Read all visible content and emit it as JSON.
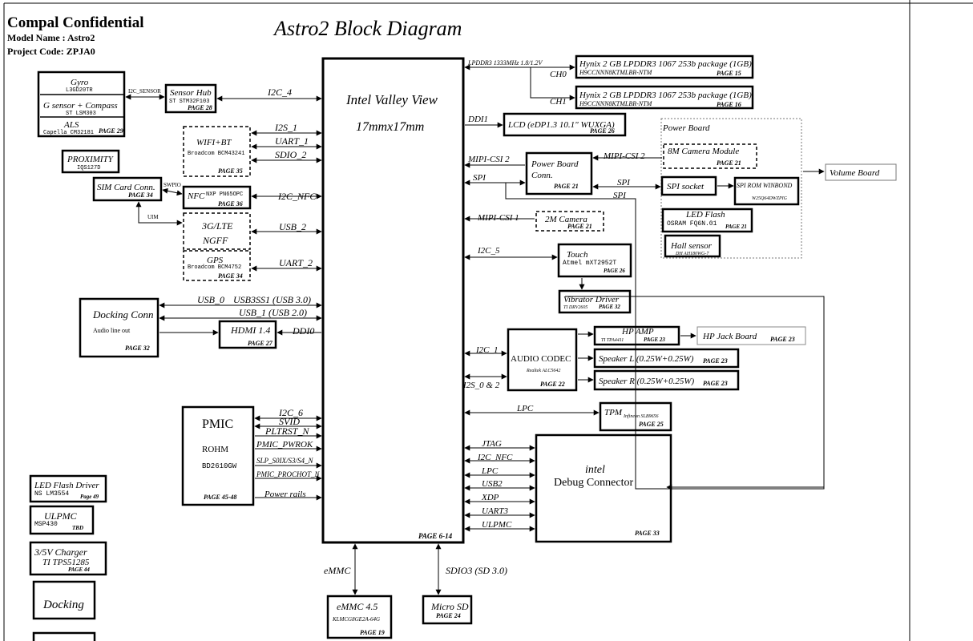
{
  "header": {
    "company": "Compal Confidential",
    "model": "Model Name : Astro2",
    "project": "Project Code: ZPJA0"
  },
  "title": "Astro2 Block Diagram",
  "cpu": {
    "name": "Intel Valley View",
    "size": "17mmx17mm",
    "page": "PAGE 6-14"
  },
  "blocks": {
    "gyro": {
      "name": "Gyro",
      "part": "L3GD20TR"
    },
    "gsensor": {
      "name": "G sensor + Compass",
      "part": "ST LSM303"
    },
    "als": {
      "name": "ALS",
      "part": "Capella CM32181",
      "page": "PAGE 29"
    },
    "sensorhub": {
      "name": "Sensor Hub",
      "part": "ST STM32F103",
      "page": "PAGE 28"
    },
    "proximity": {
      "name": "PROXIMITY",
      "part": "IQS127D"
    },
    "wifi": {
      "name": "WIFI+BT",
      "part": "Broadcom BCM43241",
      "page": "PAGE 35"
    },
    "simcard": {
      "name": "SIM Card Conn.",
      "page": "PAGE 34"
    },
    "nfc": {
      "name": "NFC",
      "part": "NXP PN65OPC",
      "page": "PAGE 36"
    },
    "lte": {
      "name": "3G/LTE",
      "name2": "NGFF"
    },
    "gps": {
      "name": "GPS",
      "part": "Broadcom BCM4752",
      "page": "PAGE 34"
    },
    "docking": {
      "name": "Docking Conn",
      "sub": "Audio line out",
      "page": "PAGE 32"
    },
    "hdmi": {
      "name": "HDMI 1.4",
      "page": "PAGE 27"
    },
    "pmic": {
      "name": "PMIC",
      "vendor": "ROHM",
      "part": "BD2610GW",
      "page": "PAGE 45-48"
    },
    "ledflashdrv": {
      "name": "LED Flash Driver",
      "part": "NS LM3554",
      "page": "Page 49"
    },
    "ulpmc": {
      "name": "ULPMC",
      "part": "MSP430",
      "page": "TBD"
    },
    "charger": {
      "name": "3/5V Charger",
      "part": "TI TPS51285",
      "page": "PAGE 44"
    },
    "dockbox": {
      "name": "Docking"
    },
    "emmc": {
      "name": "eMMC 4.5",
      "part": "KLMCG8GE2A-64G",
      "page": "PAGE 19"
    },
    "microsd": {
      "name": "Micro SD",
      "page": "PAGE 24"
    },
    "ram1": {
      "name": "Hynix 2 GB  LPDDR3 1067 253b package (1GB)",
      "part": "H9CCNNN8KTMLBR-NTM",
      "page": "PAGE 15"
    },
    "ram2": {
      "name": "Hynix 2 GB  LPDDR3 1067 253b package (1GB)",
      "part": "H9CCNNN8KTMLBR-NTM",
      "page": "PAGE 16"
    },
    "lcd": {
      "name": "LCD (eDP1.3 10.1\" WUXGA)",
      "page": "PAGE 26"
    },
    "powerboard": {
      "name": "Power Board",
      "name2": "Conn.",
      "page": "PAGE 21"
    },
    "powerboardarea": {
      "name": "Power Board"
    },
    "cam8m": {
      "name": "8M Camera Module",
      "page": "PAGE 21"
    },
    "spisocket": {
      "name": "SPI socket"
    },
    "spirom": {
      "name": "SPI ROM WINBOND",
      "part": "W25Q64DWZPIG"
    },
    "ledflash": {
      "name": "LED Flash",
      "part": "OSRAM FQ6N.01",
      "page": "PAGE 21"
    },
    "hall": {
      "name": "Hall sensor",
      "part": "DH AH180WG-7"
    },
    "volumeboard": {
      "name": "Volume Board"
    },
    "cam2m": {
      "name": "2M Camera",
      "page": "PAGE 21"
    },
    "touch": {
      "name": "Touch",
      "part": "Atmel mXT2952T",
      "page": "PAGE 26"
    },
    "vibrator": {
      "name": "Vibrator Driver",
      "part": "TI DRV2605",
      "page": "PAGE 32"
    },
    "codec": {
      "name": "AUDIO CODEC",
      "part": "Realtek ALC5642",
      "page": "PAGE 22"
    },
    "hpamp": {
      "name": "HP AMP",
      "part": "TI TPA4411",
      "page": "PAGE 23"
    },
    "hpjack": {
      "name": "HP Jack Board",
      "page": "PAGE 23"
    },
    "spkl": {
      "name": "Speaker L (0.25W+0.25W)",
      "page": "PAGE 23"
    },
    "spkr": {
      "name": "Speaker R (0.25W+0.25W)",
      "page": "PAGE 23"
    },
    "tpm": {
      "name": "TPM",
      "part": "Infineon SLB9656",
      "page": "PAGE 25"
    },
    "debug": {
      "name": "intel",
      "name2": "Debug Connector",
      "page": "PAGE 33"
    }
  },
  "signals": {
    "i2c_sensor": "I2C_SENSOR",
    "i2c_4": "I2C_4",
    "i2s_1": "I2S_1",
    "uart_1": "UART_1",
    "sdio_2": "SDIO_2",
    "swpio": "SWPIO",
    "uim": "UIM",
    "i2c_nfc": "I2C_NFC",
    "usb_2": "USB_2",
    "uart_2": "UART_2",
    "usb_0": "USB_0",
    "usb3ss1": "USB3SS1 (USB 3.0)",
    "usb_1": "USB_1 (USB 2.0)",
    "ddi0": "DDI0",
    "i2c_6": "I2C_6",
    "svid": "SVID",
    "pltrst": "PLTRST_N",
    "pmic_pwrok": "PMIC_PWROK",
    "slp": "SLP_S0IX/S3/S4_N",
    "prochot": "PMIC_PROCHOT_N",
    "power_rails": "Power rails",
    "emmc": "eMMC",
    "sdio3": "SDIO3 (SD 3.0)",
    "lpddr3": "LPDDR3 1333MHz 1.8/1.2V",
    "ch0": "CH0",
    "ch1": "CH1",
    "ddi1": "DDI1",
    "mipi_csi2": "MIPI-CSI 2",
    "mipi_csi2b": "MIPI-CSI 2",
    "spi": "SPI",
    "spi_b": "SPI",
    "spi_c": "SPI",
    "mipi_csi1": "MIPI-CSI 1",
    "i2c_5": "I2C_5",
    "i2c_1": "I2C_1",
    "i2s_02": "I2S_0 & 2",
    "lpc": "LPC",
    "jtag": "JTAG",
    "i2c_nfc2": "I2C_NFC",
    "lpc2": "LPC",
    "usb2b": "USB2",
    "xdp": "XDP",
    "uart3": "UART3",
    "ulpmc": "ULPMC"
  }
}
